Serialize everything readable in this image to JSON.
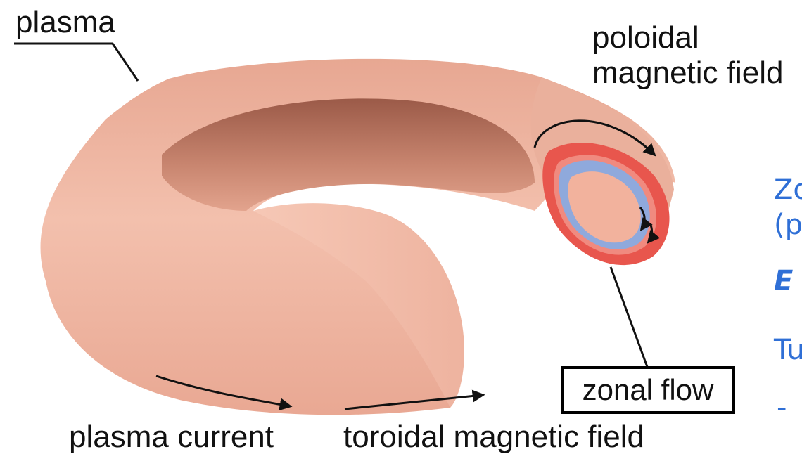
{
  "labels": {
    "plasma": "plasma",
    "poloidal_line1": "poloidal",
    "poloidal_line2": "magnetic field",
    "zonal_flow": "zonal flow",
    "plasma_current": "plasma current",
    "toroidal_field": "toroidal magnetic field"
  },
  "side_text": {
    "line1": "Zo",
    "line2": "(p",
    "line3": "E",
    "line4": "Tu",
    "line5": "-"
  },
  "colors": {
    "plasma": "#f2b9a6",
    "plasma_shadow": "#d9907c",
    "zonal_outer": "#e8564d",
    "zonal_inner": "#8fa9dc",
    "side_text": "#2f6fd6"
  }
}
